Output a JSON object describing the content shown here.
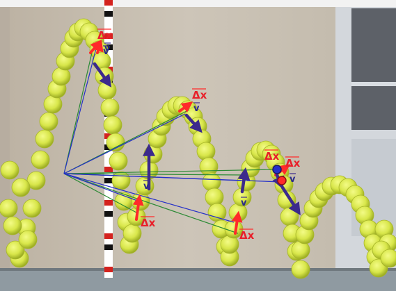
{
  "photo": {
    "colors": {
      "wall": "#c8bfb1",
      "wall_shadow": "#a39a8c",
      "floor": "#8f9aa1",
      "door_frame": "#d3d7dc",
      "door_window": "#5d6168",
      "ball": "#dce94f",
      "ball_shade": "#a7b52a",
      "displacement_arrow": "#ff2a2a",
      "velocity_arrow": "#3c2a8c",
      "green_ray": "#2c8a35",
      "blue_ray": "#2530c8",
      "ruler_red": "#d4221e",
      "ruler_white": "#ffffff",
      "ruler_black": "#111111"
    },
    "annotations": [
      {
        "kind": "displacement",
        "label": "Δx"
      },
      {
        "kind": "velocity",
        "label": "v"
      },
      {
        "kind": "displacement",
        "label": "Δx"
      },
      {
        "kind": "velocity",
        "label": "v"
      },
      {
        "kind": "velocity",
        "label": "v"
      },
      {
        "kind": "displacement",
        "label": "Δx"
      },
      {
        "kind": "velocity",
        "label": "v"
      },
      {
        "kind": "displacement",
        "label": "Δx"
      },
      {
        "kind": "velocity",
        "label": "v"
      },
      {
        "kind": "displacement",
        "label": "Δx"
      },
      {
        "kind": "velocity",
        "label": "v"
      },
      {
        "kind": "displacement",
        "label": "Δx"
      }
    ]
  }
}
